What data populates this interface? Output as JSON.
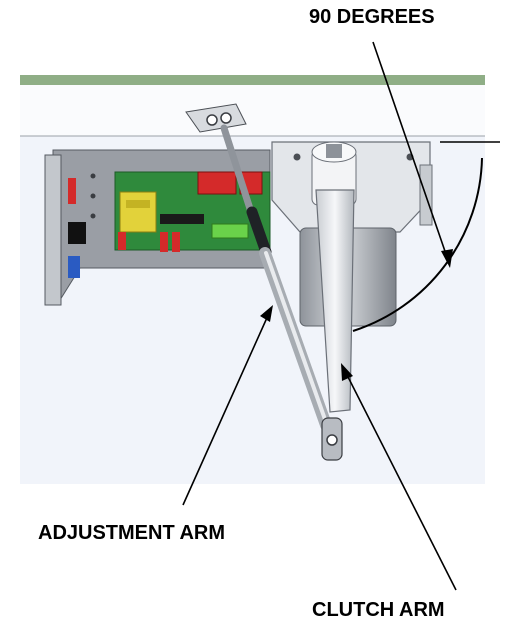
{
  "labels": {
    "angle": "90  DEGREES",
    "adjustment_arm": "ADJUSTMENT ARM",
    "clutch_arm": "CLUTCH ARM"
  },
  "colors": {
    "header_bar": "#8fae86",
    "panel_bg": "#f1f4fa",
    "pcb_green": "#2f8a3c",
    "transformer_yellow": "#e2d23a",
    "connector_red": "#d42a2a",
    "terminal_green": "#6ad24a",
    "arm_gray": "#b9bec4",
    "motor_gray": "#a9aeb4"
  }
}
